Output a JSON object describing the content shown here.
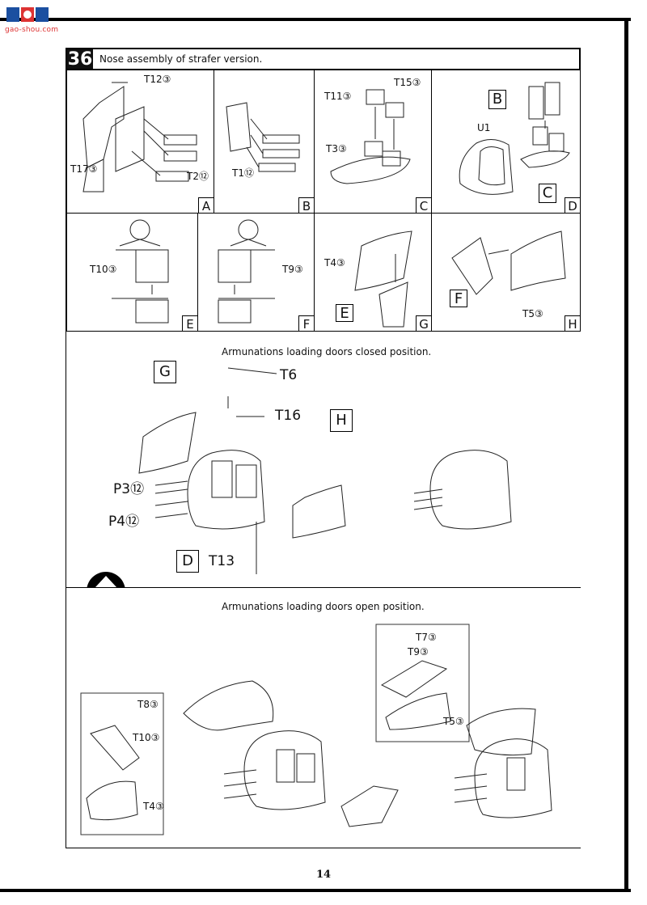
{
  "header": {
    "watermark_text": "gao-shou.com"
  },
  "step": {
    "number": "36",
    "title": "Nose assembly of strafer version."
  },
  "panels": {
    "A": {
      "letter": "A",
      "labels": [
        "T12③",
        "T17③",
        "T2⑫"
      ]
    },
    "B": {
      "letter": "B",
      "labels": [
        "T1⑫"
      ]
    },
    "C": {
      "letter": "C",
      "labels": [
        "T11③",
        "T15③",
        "T3③"
      ]
    },
    "D": {
      "letter": "D",
      "labels": [
        "B",
        "U1",
        "C"
      ]
    },
    "E": {
      "letter": "E",
      "labels": [
        "T10③"
      ]
    },
    "F": {
      "letter": "F",
      "labels": [
        "T9③"
      ]
    },
    "G": {
      "letter": "G",
      "labels": [
        "T4③",
        "E"
      ]
    },
    "H": {
      "letter": "H",
      "labels": [
        "F",
        "T5③"
      ]
    }
  },
  "closed_section": {
    "caption": "Armunations loading doors closed position.",
    "labels": {
      "g": "G",
      "t6": "T6",
      "t16": "T16",
      "h": "H",
      "p3": "P3⑫",
      "p4": "P4⑫",
      "d": "D",
      "t13": "T13"
    }
  },
  "open_section": {
    "caption": "Armunations loading doors open position.",
    "labels": {
      "t8": "T8③",
      "t10": "T10③",
      "t4": "T4③",
      "t7": "T7③",
      "t9": "T9③",
      "t5": "T5③"
    }
  },
  "footer": {
    "page_number": "14"
  },
  "colors": {
    "frame": "#000000",
    "watermark_red": "#d33333",
    "watermark_blue": "#1b4fa0"
  }
}
